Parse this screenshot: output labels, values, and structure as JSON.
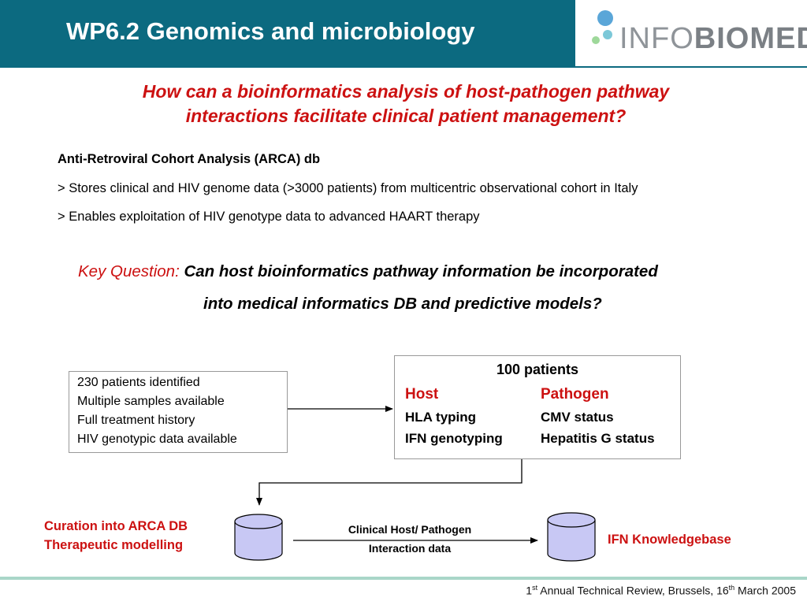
{
  "header": {
    "title": "WP6.2 Genomics and microbiology",
    "title_bg": "#0c6a80",
    "logo": {
      "light": "INFO",
      "bold": "BIOMED"
    }
  },
  "question": {
    "line1": "How can a bioinformatics analysis of host-pathogen pathway",
    "line2": "interactions facilitate clinical patient management?"
  },
  "arca": {
    "heading": "Anti-Retroviral Cohort Analysis (ARCA) db",
    "bullet1": "> Stores clinical and HIV genome data (>3000 patients) from multicentric observational cohort in Italy",
    "bullet2": "> Enables exploitation of HIV genotype data to advanced HAART therapy"
  },
  "key_question": {
    "label": "Key Question:",
    "line1": "Can host bioinformatics pathway information be incorporated",
    "line2": "into medical informatics DB and predictive models?"
  },
  "left_box": {
    "items": [
      "230 patients identified",
      "Multiple samples available",
      "Full treatment history",
      "HIV genotypic data available"
    ]
  },
  "right_box": {
    "heading": "100 patients",
    "host_header": "Host",
    "pathogen_header": "Pathogen",
    "host_items": [
      "HLA typing",
      "IFN genotyping"
    ],
    "pathogen_items": [
      "CMV status",
      "Hepatitis G status"
    ]
  },
  "bottom": {
    "left_label_1": "Curation into ARCA DB",
    "left_label_2": "Therapeutic modelling",
    "flow_label_1": "Clinical Host/ Pathogen",
    "flow_label_2": "Interaction data",
    "right_label": "IFN Knowledgebase",
    "db_fill": "#c8c8f4"
  },
  "footer": {
    "ordinal": "1",
    "ordinal_sup": "st",
    "text_mid": " Annual Technical Review, Brussels, 16",
    "day_sup": "th",
    "text_end": " March 2005"
  }
}
